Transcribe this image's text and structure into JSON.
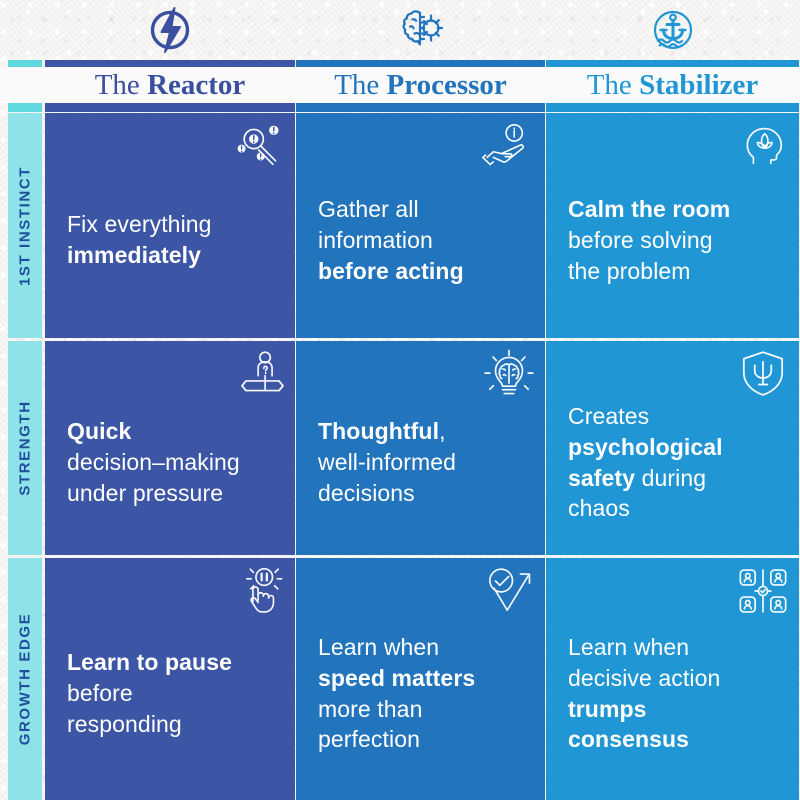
{
  "theme": {
    "background": "#f3f2f0",
    "label_strip": "#8fe3e8",
    "label_text": "#1f4e9c",
    "title_light": "#3f5cab",
    "cell_text": "#ffffff"
  },
  "columns": [
    {
      "id": "reactor",
      "icon": "lightning-bolt-circle-icon",
      "title_light": "The ",
      "title_bold": "Reactor",
      "color": "#3c56a5",
      "title_color": "#3b4fa0"
    },
    {
      "id": "processor",
      "icon": "brain-gear-icon",
      "title_light": "The ",
      "title_bold": "Processor",
      "color": "#2274bc",
      "title_color": "#2274bc"
    },
    {
      "id": "stabilizer",
      "icon": "anchor-waves-circle-icon",
      "title_light": "The ",
      "title_bold": "Stabilizer",
      "color": "#2196d4",
      "title_color": "#2196d4"
    }
  ],
  "rows": [
    {
      "id": "instinct",
      "label": "1ST INSTINCT"
    },
    {
      "id": "strength",
      "label": "STRENGTH"
    },
    {
      "id": "growth",
      "label": "GROWTH EDGE"
    }
  ],
  "cells": {
    "instinct": [
      {
        "icon": "magnifier-alerts-icon",
        "html": "Fix everything<br><b>immediately</b>",
        "plain": "Fix everything immediately"
      },
      {
        "icon": "hand-info-icon",
        "html": "Gather all<br>information<br><b>before acting</b>",
        "plain": "Gather all information before acting"
      },
      {
        "icon": "lotus-head-icon",
        "html": "<b>Calm the room</b><br>before solving<br>the problem",
        "plain": "Calm the room before solving the problem"
      }
    ],
    "strength": [
      {
        "icon": "person-crossroads-question-icon",
        "html": "<b>Quick</b><br>decision&#8211;making<br>under pressure",
        "plain": "Quick decision-making under pressure"
      },
      {
        "icon": "lightbulb-brain-icon",
        "html": "<b>Thoughtful</b>,<br>well-informed<br>decisions",
        "plain": "Thoughtful, well-informed decisions"
      },
      {
        "icon": "shield-psi-icon",
        "html": "Creates<br><b>psychological</b><br><b>safety</b> during<br>chaos",
        "plain": "Creates psychological safety during chaos"
      }
    ],
    "growth": [
      {
        "icon": "finger-pause-button-icon",
        "html": "<b>Learn to pause</b><br>before<br>responding",
        "plain": "Learn to pause before responding"
      },
      {
        "icon": "check-arrow-up-icon",
        "html": "Learn when<br><b>speed matters</b><br>more than<br>perfection",
        "plain": "Learn when speed matters more than perfection"
      },
      {
        "icon": "people-network-check-icon",
        "html": "Learn when<br>decisive action<br><b>trumps</b><br><b>consensus</b>",
        "plain": "Learn when decisive action trumps consensus"
      }
    ]
  }
}
